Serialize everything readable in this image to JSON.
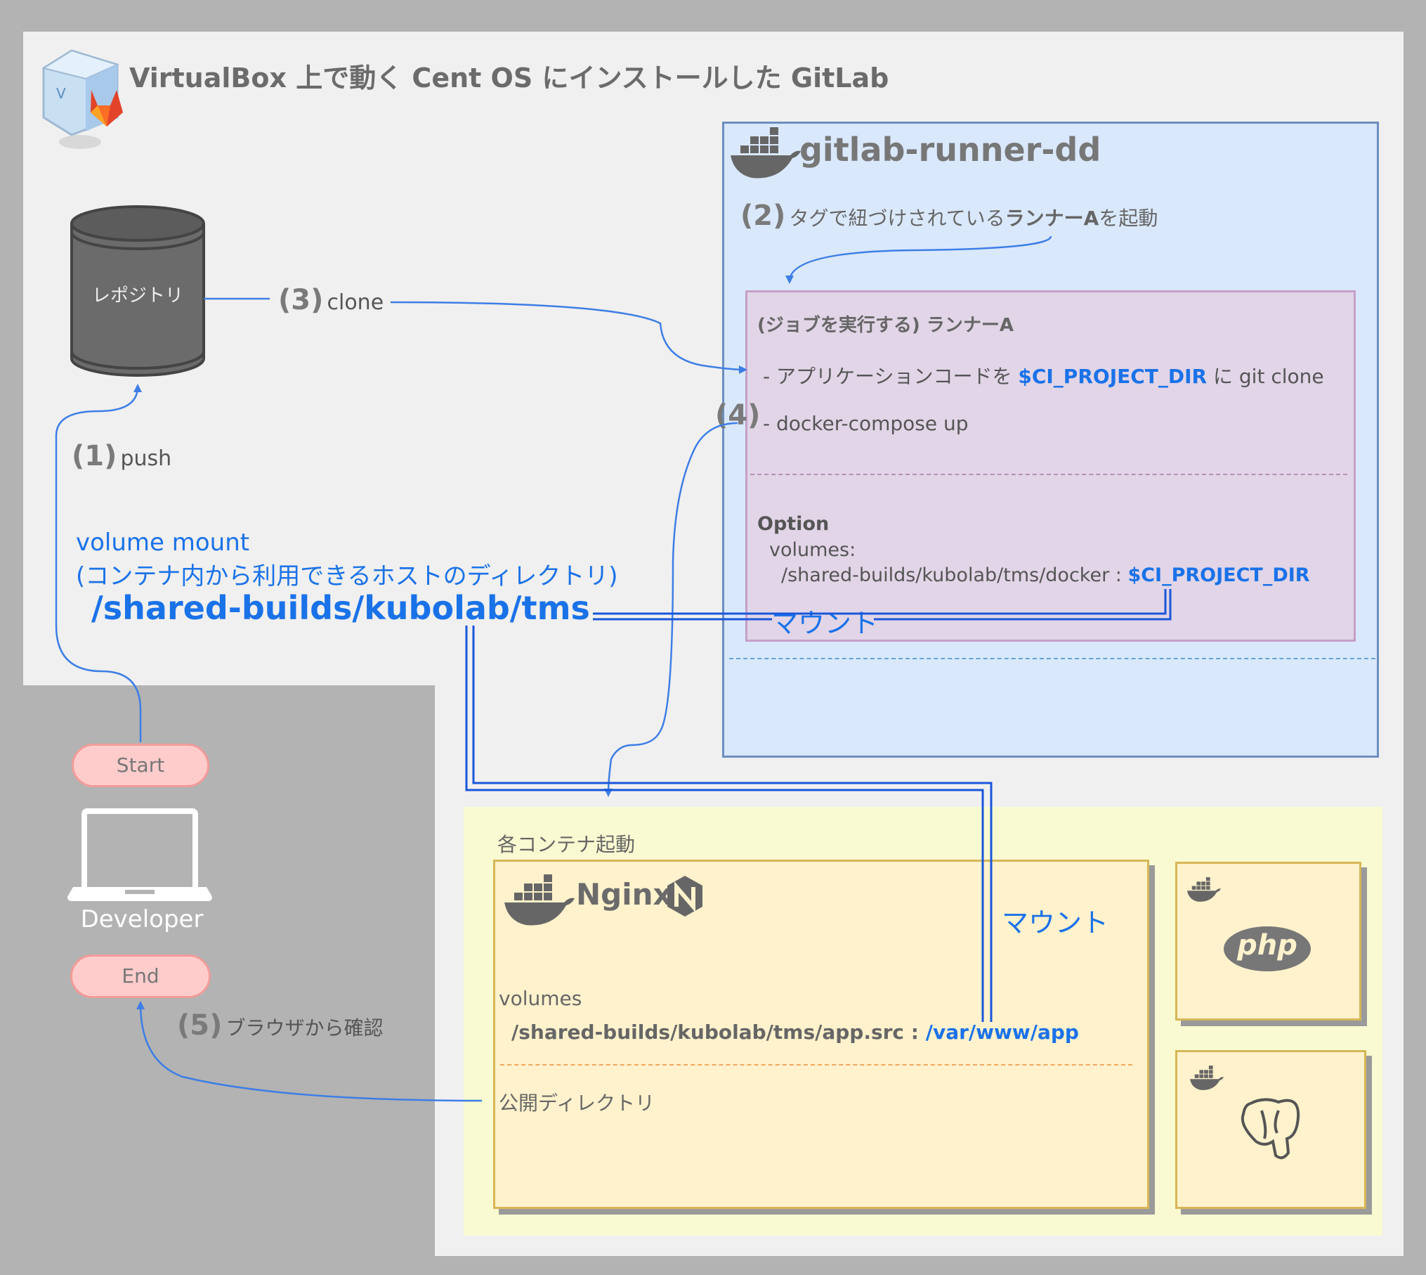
{
  "host": {
    "title": "VirtualBox 上で動く Cent OS にインストールした GitLab"
  },
  "repository": {
    "label": "レポジトリ"
  },
  "runner": {
    "name": "gitlab-runner-dd",
    "step2_num": "(2)",
    "step2_text_pre": "タグで紐づけされている",
    "step2_text_bold": "ランナーA",
    "step2_text_post": "を起動"
  },
  "job": {
    "title": "(ジョブを実行する) ランナーA",
    "line1_pre": "- アプリケーションコードを ",
    "line1_var": "$CI_PROJECT_DIR",
    "line1_post": " に git clone",
    "line2": "- docker-compose up",
    "option_label": "Option",
    "volumes_label": "volumes:",
    "volume_path": "/shared-builds/kubolab/tms/docker : ",
    "volume_var": "$CI_PROJECT_DIR"
  },
  "steps": {
    "step1_num": "(1)",
    "step1_text": "push",
    "step3_num": "(3)",
    "step3_text": "clone",
    "step4_num": "(4)",
    "step5_num": "(5)",
    "step5_text": "ブラウザから確認"
  },
  "volume_mount": {
    "label1": "volume mount",
    "label2": "(コンテナ内から利用できるホストのディレクトリ)",
    "path": "/shared-builds/kubolab/tms",
    "mount_label_1": "マウント",
    "mount_label_2": "マウント"
  },
  "developer": {
    "start": "Start",
    "label": "Developer",
    "end": "End"
  },
  "containers": {
    "area_label": "各コンテナ起動",
    "nginx_name": "Nginx",
    "volumes_label": "volumes",
    "volume_src": "/shared-builds/kubolab/tms/app.src : ",
    "volume_dst": "/var/www/app",
    "public_dir": "公開ディレクトリ",
    "php_label": "php"
  },
  "colors": {
    "arrow": "#3d7ee6",
    "mount_line": "#1a56db",
    "runner_fill": "#dae8fc",
    "job_fill": "#e1d5e7",
    "container_fill": "#fff2cc"
  },
  "icons": [
    "virtualbox-icon",
    "gitlab-icon",
    "docker-icon",
    "nginx-icon",
    "php-icon",
    "postgresql-icon",
    "laptop-icon",
    "database-icon"
  ]
}
